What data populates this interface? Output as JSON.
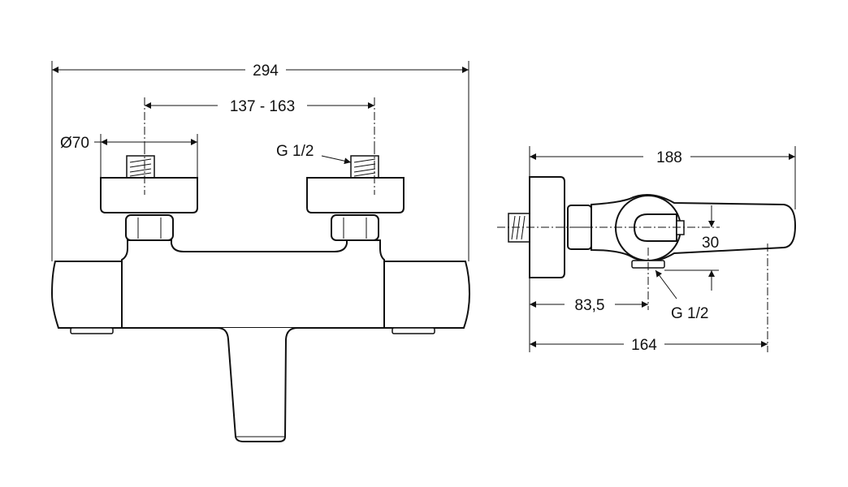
{
  "front_view": {
    "overall_width": "294",
    "inlet_spacing": "137 - 163",
    "escutcheon_diameter": "Ø70",
    "inlet_thread": "G 1/2"
  },
  "side_view": {
    "overall_depth": "188",
    "outlet_offset": "83,5",
    "outlet_thread": "G 1/2",
    "outlet_height": "30",
    "lever_depth": "164"
  },
  "colors": {
    "line": "#111111",
    "background": "#ffffff"
  }
}
